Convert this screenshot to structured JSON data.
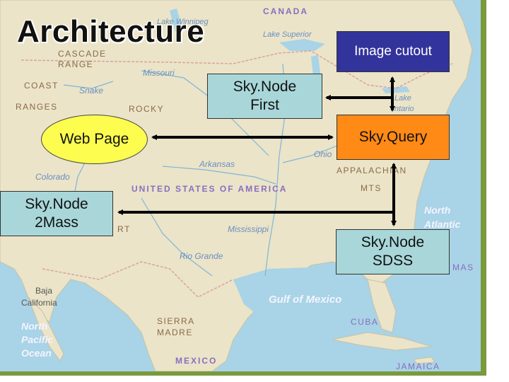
{
  "title": "Architecture",
  "nodes": {
    "image_cutout": "Image cutout",
    "skynode_first": "Sky.Node\nFirst",
    "web_page": "Web Page",
    "skyquery": "Sky.Query",
    "skynode_2mass": "Sky.Node\n2Mass",
    "skynode_sdss": "Sky.Node\nSDSS"
  },
  "map_labels": {
    "canada": "CANADA",
    "lake_winnipeg": "Lake Winnipeg",
    "lake_superior": "Lake Superior",
    "cascade_range": "CASCADE\nRANGE",
    "missouri": "Missouri",
    "coast": "COAST",
    "snake": "Snake",
    "ranges": "RANGES",
    "rocky": "ROCKY",
    "lake_ontario": "Lake\nOntario",
    "ohio": "Ohio",
    "arkansas": "Arkansas",
    "colorado": "Colorado",
    "appalachian": "APPALACHIAN",
    "mts": "MTS",
    "usa": "UNITED STATES OF AMERICA",
    "mississippi": "Mississippi",
    "rio_grande": "Rio Grande",
    "north_atlantic": "North\nAtlantic",
    "bahamas": "MAS",
    "baja_california": "Baja\nCalifornia",
    "gulf_of_mexico": "Gulf of Mexico",
    "sierra_madre": "SIERRA\nMADRE",
    "cuba": "CUBA",
    "north_pacific": "North\nPacific\nOcean",
    "mexico": "MEXICO",
    "jamaica": "JAMAICA",
    "rt": "RT"
  },
  "colors": {
    "land": "#ebe4c8",
    "water": "#a9d3e6",
    "skynode": "#a9d7d9",
    "skyquery": "#ff8a16",
    "image_cutout": "#33339c",
    "web_page": "#fdfd50",
    "arrow": "#000000"
  }
}
